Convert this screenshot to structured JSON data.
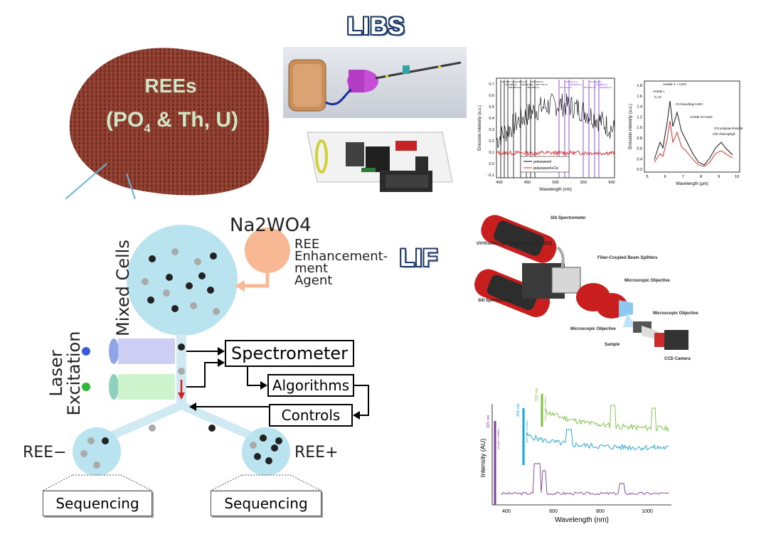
{
  "headings": {
    "libs": "LIBS",
    "lif": "LIF"
  },
  "rock": {
    "line1": "REEs",
    "line2_pre": "(PO",
    "line2_sub": "4",
    "line2_post": " & Th, U)"
  },
  "libs_chart": {
    "ylabel": "Emission intensity (a.u.)",
    "xlabel": "Wavelength (nm)",
    "yticks": [
      "0.7",
      "0.6",
      "0.5",
      "0.4",
      "0.3",
      "0.2",
      "0.1",
      "0.0",
      "-0.1"
    ],
    "xticks": [
      "400",
      "450",
      "500",
      "550",
      "600"
    ],
    "legend": [
      "pokeweed",
      "pokeweed+Ce"
    ],
    "peaks": [
      "407.5871 Ce",
      "413.3989 Ce",
      "418.6600 Ce",
      "429.6670 Ce",
      "446.0210 Ce",
      "456.2350 Ce",
      "489.9790 Ce",
      "495.7791 Ce",
      "511.0710 Ce",
      "531.0712 Ce",
      "535.3530 Ce",
      "556.2593 Ce",
      "565.0500 Ce",
      "577.0580 Ce",
      "593.6893 Ce"
    ]
  },
  "ir_chart": {
    "ylabel": "Emission intensity (a.u.)",
    "xlabel": "Wavelength (μm)",
    "yticks": [
      "1.8",
      "1.6",
      "1.4",
      "1.2",
      "1.0",
      "0.8",
      "0.6",
      "0.4",
      "0.2"
    ],
    "xticks": [
      "5",
      "6",
      "7",
      "8",
      "9",
      "10"
    ],
    "annotations": [
      "Amide II + H2O",
      "Amide I",
      "C=O",
      "CH bending+H2O",
      "Amide III+H2O",
      "CO polysaccharide",
      "Chl chlorophyll"
    ]
  },
  "flow": {
    "reagent": "Na2WO4",
    "agent_label": [
      "REE",
      "Enhancement-",
      "ment",
      "Agent"
    ],
    "mixed_cells": "Mixed Cells",
    "laser": [
      "Laser",
      "Excitation"
    ],
    "spectrometer": "Spectrometer",
    "algorithms": "Algorithms",
    "controls": "Controls",
    "ree_minus": "REE−",
    "ree_plus": "REE+",
    "sequencing_left": "Sequencing",
    "sequencing_right": "Sequencing"
  },
  "lif_device": {
    "labels": [
      "Slit Spectrometer",
      "UV/Visible Light Sources (Laser/LED)",
      "Fiber-Coupled Beam Splitters",
      "Microscopic Objective",
      "Slit Spectrometer",
      "Microscopic Objective",
      "Microscopic Objective",
      "Sample",
      "CCD Camera"
    ]
  },
  "lif_chart": {
    "ylabel": "Intensity (AU)",
    "xlabel": "Wavelength (nm)",
    "xticks": [
      "400",
      "600",
      "800",
      "1000"
    ],
    "lasers": [
      "325 nm",
      "442 nm",
      "532 nm"
    ],
    "laser_notes": [
      "UV laser excitation",
      "Blue laser excitation",
      "Green laser excitation"
    ]
  },
  "colors": {
    "heading_outline": "#203864",
    "cell_blue": "#b9e3ef",
    "violet": "#7f3f98",
    "cyan": "#1aa3d8",
    "green": "#7cc243",
    "red": "#e01b1b"
  }
}
